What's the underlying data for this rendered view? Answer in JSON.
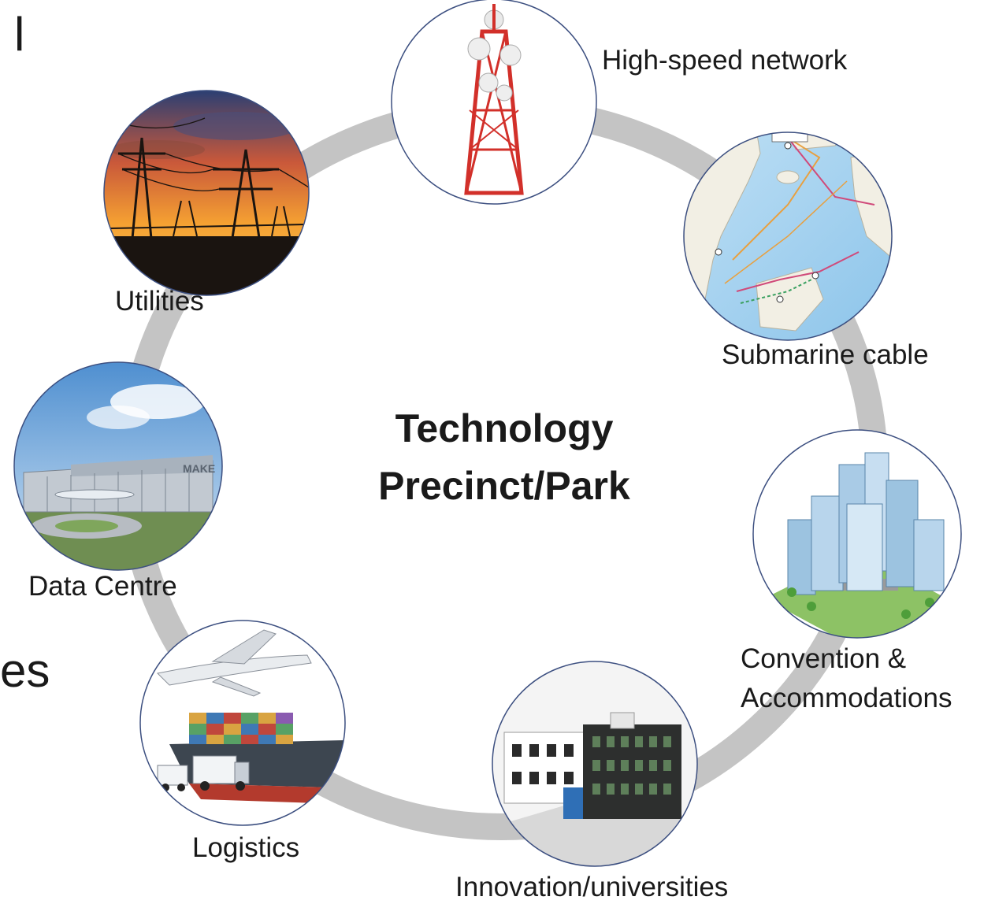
{
  "center": {
    "line1": "Technology",
    "line2": "Precinct/Park"
  },
  "nodes": [
    {
      "id": "high-speed-network",
      "label": "High-speed network",
      "icon": "telecom-tower-icon"
    },
    {
      "id": "submarine-cable",
      "label": "Submarine cable",
      "icon": "submarine-cable-map-icon"
    },
    {
      "id": "convention",
      "label_line1": "Convention &",
      "label_line2": "Accommodations",
      "icon": "city-buildings-icon"
    },
    {
      "id": "innovation",
      "label": "Innovation/universities",
      "icon": "university-building-icon"
    },
    {
      "id": "logistics",
      "label": "Logistics",
      "icon": "plane-ship-truck-icon"
    },
    {
      "id": "data-centre",
      "label": "Data Centre",
      "icon": "data-centre-building-icon"
    },
    {
      "id": "utilities",
      "label": "Utilities",
      "icon": "power-pylons-icon"
    }
  ],
  "edge_fragments": {
    "top_left": "l",
    "mid_left": "es"
  },
  "colors": {
    "ring": "#c4c4c4",
    "circle_border": "#3c4f80",
    "sky_sunset": "#f0922e",
    "sky_blue": "#6fa3d6",
    "tower_red": "#d2302a"
  }
}
